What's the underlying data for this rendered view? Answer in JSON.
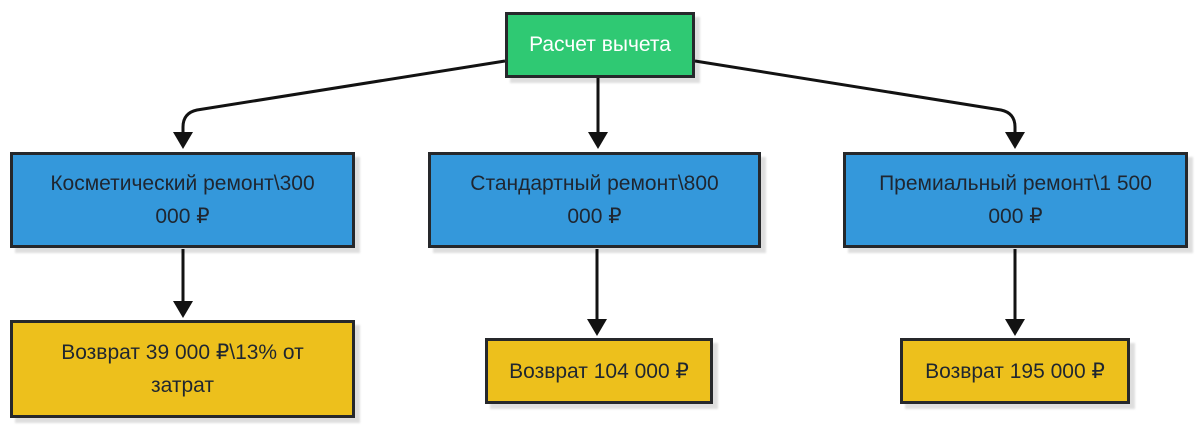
{
  "diagram": {
    "title": "Расчет вычета",
    "root": {
      "label": "Расчет вычета",
      "color": "#2fc973",
      "text_color": "#ffffff"
    },
    "branches": [
      {
        "option": {
          "label": "Косметический ремонт\\300 000 ₽",
          "cost_rub": 300000,
          "color": "#3498db"
        },
        "result": {
          "label": "Возврат 39 000 ₽\\13% от затрат",
          "refund_rub": 39000,
          "color": "#edc01c"
        }
      },
      {
        "option": {
          "label": "Стандартный ремонт\\800 000 ₽",
          "cost_rub": 800000,
          "color": "#3498db"
        },
        "result": {
          "label": "Возврат 104 000 ₽",
          "refund_rub": 104000,
          "color": "#edc01c"
        }
      },
      {
        "option": {
          "label": "Премиальный ремонт\\1 500 000 ₽",
          "cost_rub": 1500000,
          "color": "#3498db"
        },
        "result": {
          "label": "Возврат 195 000 ₽",
          "refund_rub": 195000,
          "color": "#edc01c"
        }
      }
    ],
    "colors": {
      "root_fill": "#2fc973",
      "option_fill": "#3498db",
      "result_fill": "#edc01c",
      "border": "#26282b",
      "arrow": "#121212",
      "node_text": "#1f2630",
      "root_text": "#ffffff"
    }
  }
}
